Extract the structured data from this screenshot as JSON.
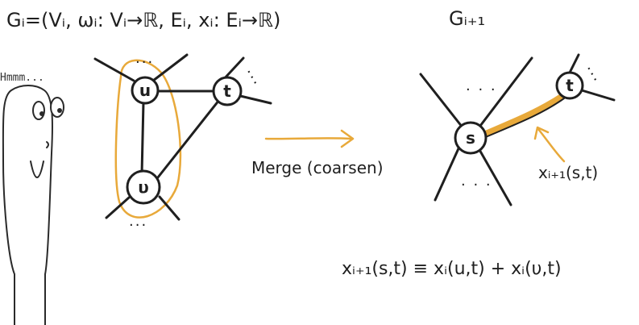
{
  "graph_before": {
    "title": "Gᵢ=(Vᵢ, ωᵢ: Vᵢ→ℝ, Eᵢ, xᵢ: Eᵢ→ℝ)",
    "nodes": {
      "u": "u",
      "t": "t",
      "v": "υ"
    },
    "ellipsis_top": "...",
    "ellipsis_bottom": "...",
    "ellipsis_t": "..."
  },
  "merge": {
    "label": "Merge (coarsen)",
    "arrow_color": "#e8a93a"
  },
  "graph_after": {
    "title": "Gᵢ₊₁",
    "nodes": {
      "s": "s",
      "t": "t"
    },
    "ellipsis_top": ". . .",
    "ellipsis_bottom": ". . .",
    "ellipsis_t": "...",
    "highlight_label": "xᵢ₊₁(s,t)",
    "highlight_color": "#e8a93a"
  },
  "equation": "xᵢ₊₁(s,t) ≡ xᵢ(u,t) + xᵢ(υ,t)",
  "character": {
    "thought": "Hmmm..."
  },
  "colors": {
    "ink": "#1f1f1f",
    "accent": "#e8a93a"
  }
}
